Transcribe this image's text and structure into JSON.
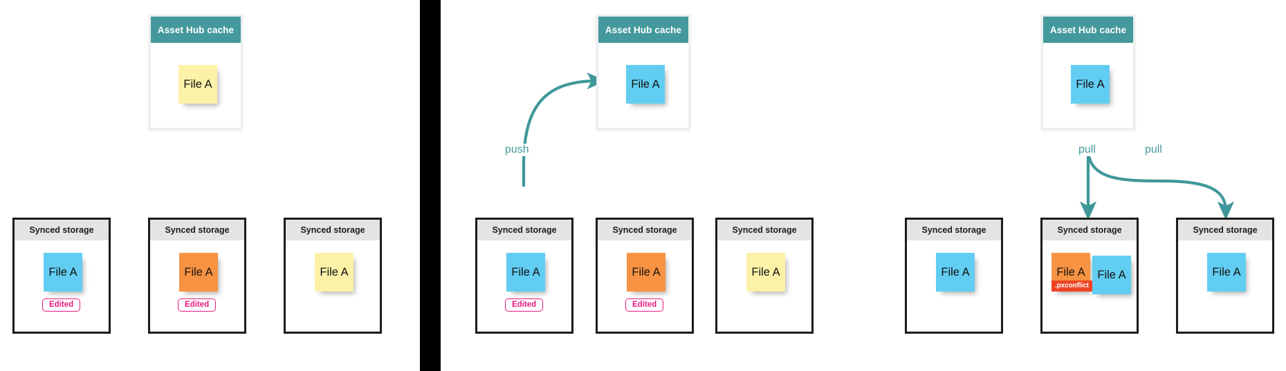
{
  "diagram": {
    "title": "Asset Hub push / pull sync conflict flow",
    "colors": {
      "cache_header": "#44999c",
      "storage_header": "#e4e4e4",
      "note_yellow": "#fbf2a8",
      "note_blue": "#62cdf2",
      "note_orange": "#f79342",
      "edited_badge": "#e8197d",
      "conflict_badge": "#ee4323",
      "arrow": "#3f9799",
      "divider": "#000000",
      "storage_border": "#1b1b1b"
    },
    "labels": {
      "cache_title": "Asset Hub cache",
      "storage_title": "Synced storage",
      "file_name": "File A",
      "edited": "Edited",
      "conflict": ".pxconflict",
      "push": "push",
      "pull": "pull"
    }
  },
  "panels": [
    {
      "id": "panel-1-local-edits",
      "cache": {
        "title": "Asset Hub cache",
        "notes": [
          {
            "label": "File A",
            "color": "yellow"
          }
        ]
      },
      "storages": [
        {
          "title": "Synced storage",
          "notes": [
            {
              "label": "File A",
              "color": "blue"
            }
          ],
          "badges": [
            "Edited"
          ]
        },
        {
          "title": "Synced storage",
          "notes": [
            {
              "label": "File A",
              "color": "orange"
            }
          ],
          "badges": [
            "Edited"
          ]
        },
        {
          "title": "Synced storage",
          "notes": [
            {
              "label": "File A",
              "color": "yellow"
            }
          ],
          "badges": []
        }
      ],
      "arrows": []
    },
    {
      "id": "panel-2-push",
      "cache": {
        "title": "Asset Hub cache",
        "notes": [
          {
            "label": "File A",
            "color": "blue"
          }
        ]
      },
      "storages": [
        {
          "title": "Synced storage",
          "notes": [
            {
              "label": "File A",
              "color": "blue"
            }
          ],
          "badges": [
            "Edited"
          ]
        },
        {
          "title": "Synced storage",
          "notes": [
            {
              "label": "File A",
              "color": "orange"
            }
          ],
          "badges": [
            "Edited"
          ]
        },
        {
          "title": "Synced storage",
          "notes": [
            {
              "label": "File A",
              "color": "yellow"
            }
          ],
          "badges": []
        }
      ],
      "arrows": [
        {
          "label": "push",
          "direction": "storage-to-cache"
        }
      ]
    },
    {
      "id": "panel-3-pull",
      "cache": {
        "title": "Asset Hub cache",
        "notes": [
          {
            "label": "File A",
            "color": "blue"
          }
        ]
      },
      "storages": [
        {
          "title": "Synced storage",
          "notes": [
            {
              "label": "File A",
              "color": "blue"
            }
          ],
          "badges": []
        },
        {
          "title": "Synced storage",
          "notes": [
            {
              "label": "File A",
              "color": "orange"
            },
            {
              "label": "File A",
              "color": "blue"
            }
          ],
          "badges": [
            ".pxconflict"
          ]
        },
        {
          "title": "Synced storage",
          "notes": [
            {
              "label": "File A",
              "color": "blue"
            }
          ],
          "badges": []
        }
      ],
      "arrows": [
        {
          "label": "pull",
          "direction": "cache-to-storage"
        },
        {
          "label": "pull",
          "direction": "cache-to-storage"
        }
      ]
    }
  ],
  "text": {
    "p1_cache_title": "Asset Hub cache",
    "p1_cache_note": "File A",
    "p1_s1_title": "Synced storage",
    "p1_s1_note": "File A",
    "p1_s1_badge": "Edited",
    "p1_s2_title": "Synced storage",
    "p1_s2_note": "File A",
    "p1_s2_badge": "Edited",
    "p1_s3_title": "Synced storage",
    "p1_s3_note": "File A",
    "p2_cache_title": "Asset Hub cache",
    "p2_cache_note": "File A",
    "p2_push_label": "push",
    "p2_s1_title": "Synced storage",
    "p2_s1_note": "File A",
    "p2_s1_badge": "Edited",
    "p2_s2_title": "Synced storage",
    "p2_s2_note": "File A",
    "p2_s2_badge": "Edited",
    "p2_s3_title": "Synced storage",
    "p2_s3_note": "File A",
    "p3_cache_title": "Asset Hub cache",
    "p3_cache_note": "File A",
    "p3_pull_label_left": "pull",
    "p3_pull_label_right": "pull",
    "p3_s1_title": "Synced storage",
    "p3_s1_note": "File A",
    "p3_s2_title": "Synced storage",
    "p3_s2_note_orange": "File A",
    "p3_s2_note_blue": "File A",
    "p3_s2_badge": ".pxconflict",
    "p3_s3_title": "Synced storage",
    "p3_s3_note": "File A"
  }
}
